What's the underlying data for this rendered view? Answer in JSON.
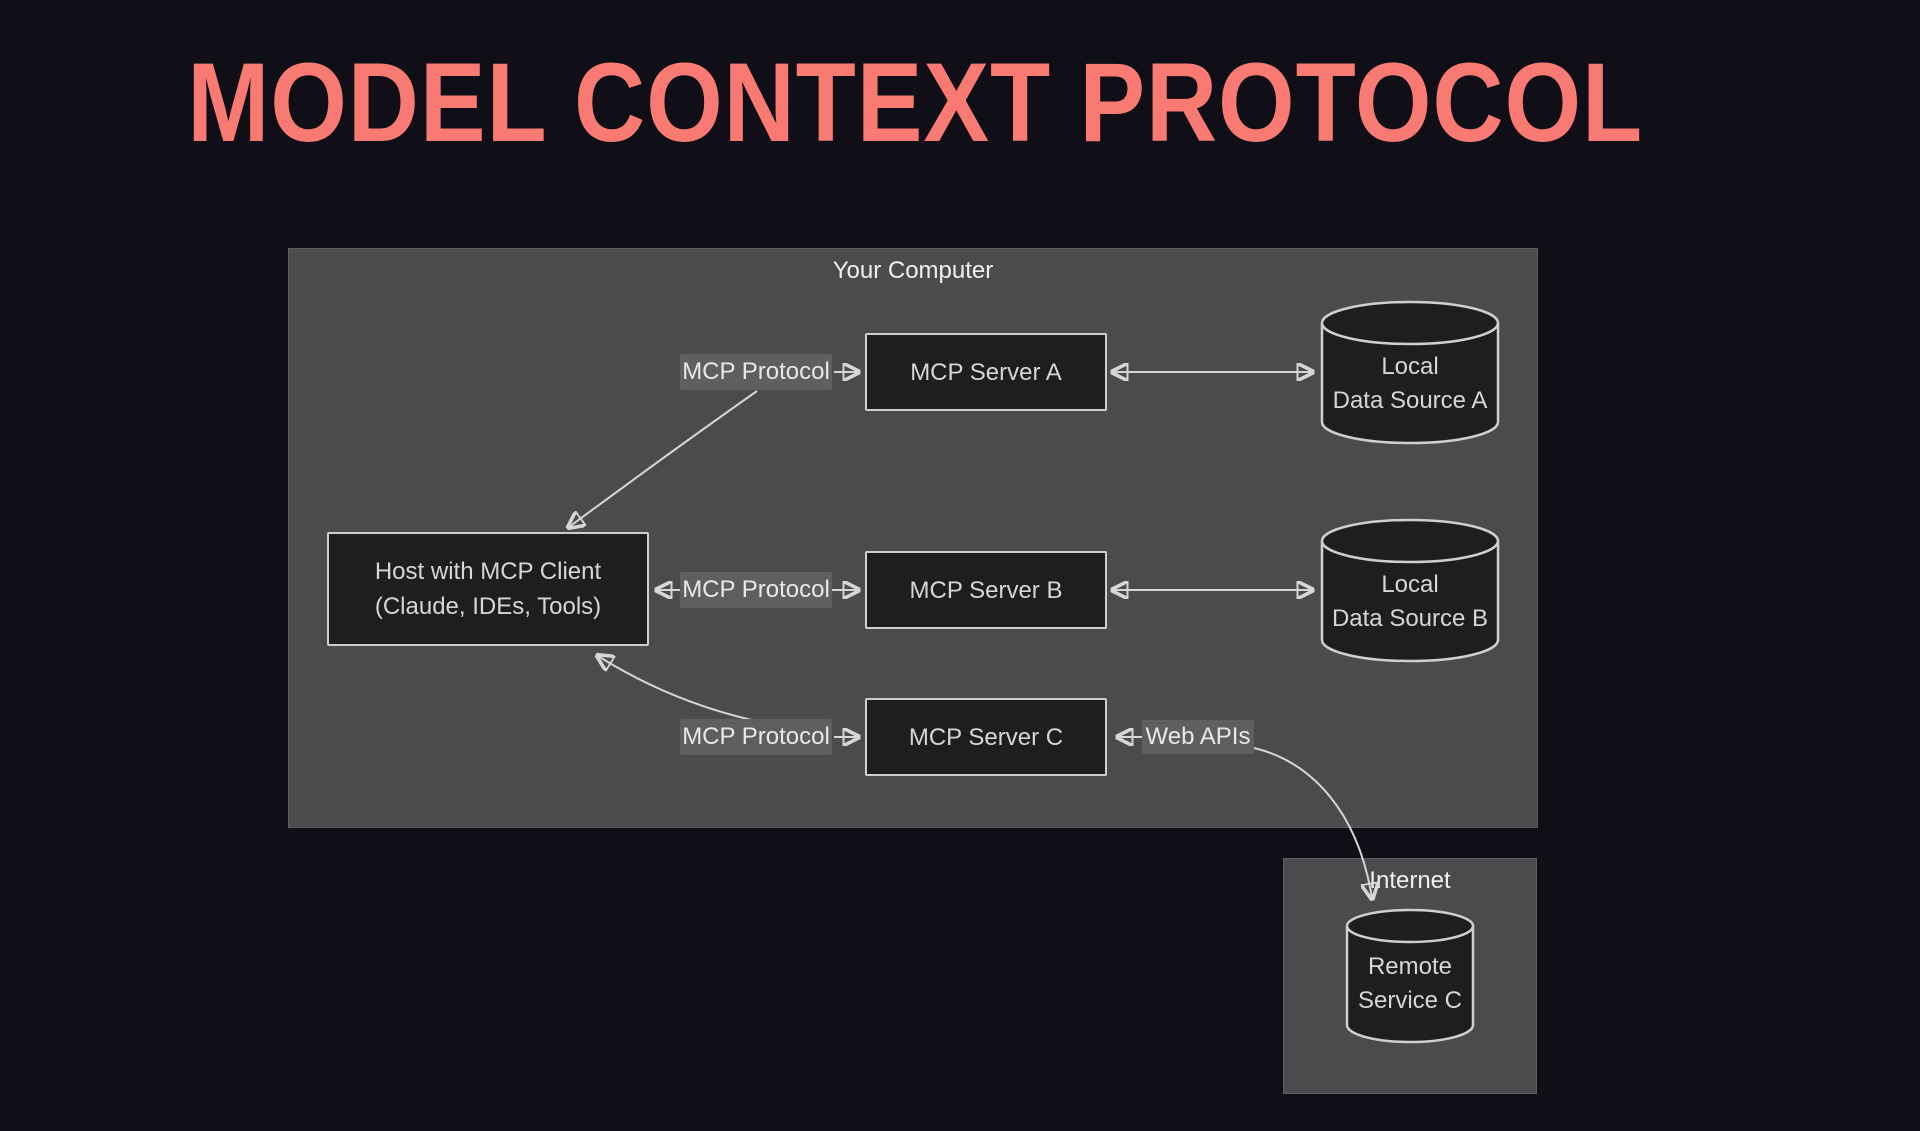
{
  "title": "MODEL CONTEXT PROTOCOL",
  "colors": {
    "accent": "#F87A72",
    "background": "#100E17",
    "panel_fill": "#4B4B4D",
    "pill_fill": "#5F5F62",
    "node_fill": "#1E1E21",
    "node_border": "#CFCFCF",
    "arrow": "#D6D6D6"
  },
  "your_computer": {
    "label": "Your Computer",
    "host": {
      "line1": "Host with MCP Client",
      "line2": "(Claude, IDEs, Tools)"
    },
    "rows": [
      {
        "protocol": "MCP Protocol",
        "server": "MCP Server A"
      },
      {
        "protocol": "MCP Protocol",
        "server": "MCP Server B"
      },
      {
        "protocol": "MCP Protocol",
        "server": "MCP Server C"
      }
    ],
    "data_sources": [
      {
        "line1": "Local",
        "line2": "Data Source A"
      },
      {
        "line1": "Local",
        "line2": "Data Source B"
      }
    ],
    "web_apis_label": "Web APIs"
  },
  "internet": {
    "label": "Internet",
    "service": {
      "line1": "Remote",
      "line2": "Service C"
    }
  }
}
